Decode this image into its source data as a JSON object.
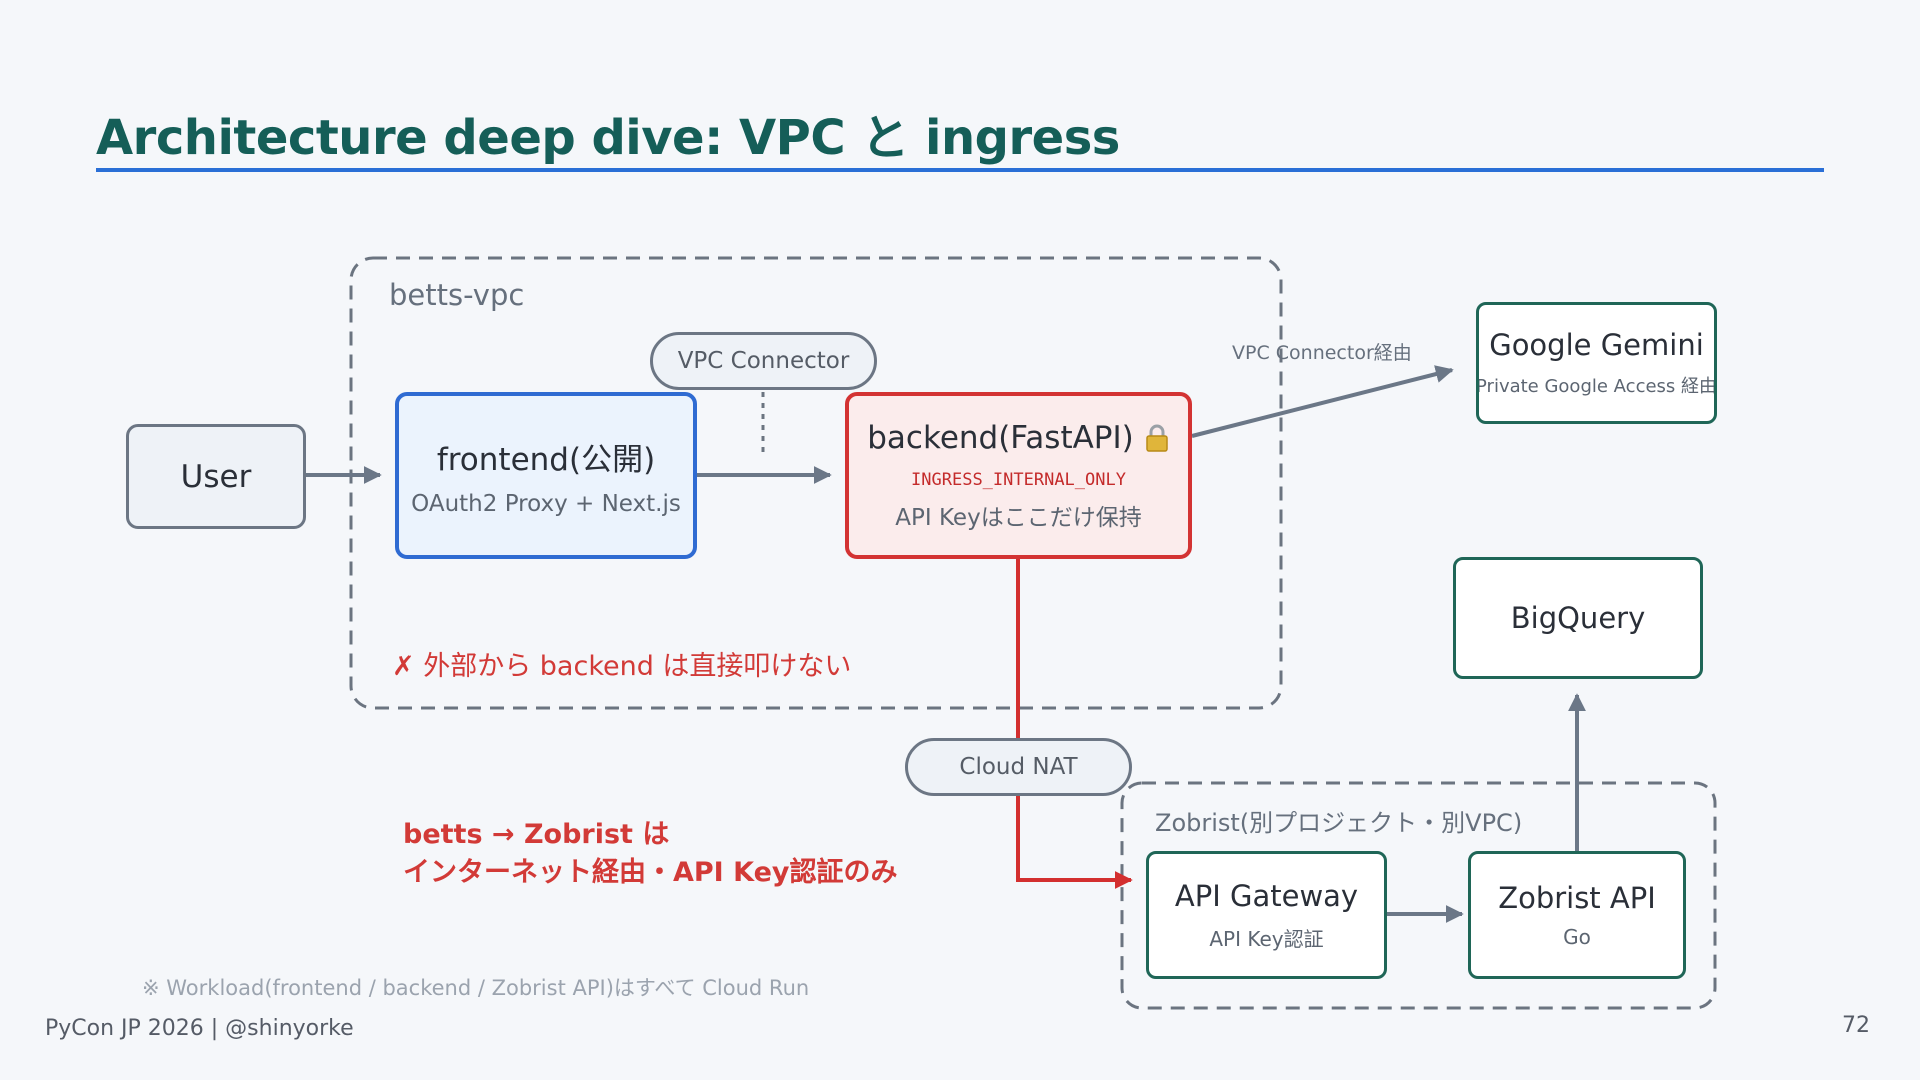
{
  "title": "Architecture deep dive: VPC と ingress",
  "groups": {
    "betts_vpc": "betts-vpc",
    "zobrist": "Zobrist(別プロジェクト・別VPC)"
  },
  "nodes": {
    "user": {
      "label": "User"
    },
    "frontend": {
      "label": "frontend(公開)",
      "sub": "OAuth2 Proxy + Next.js"
    },
    "backend": {
      "label": "backend(FastAPI)",
      "setting": "INGRESS_INTERNAL_ONLY",
      "sub": "API Keyはここだけ保持",
      "icon": "lock-icon"
    },
    "gemini": {
      "label": "Google Gemini",
      "sub": "Private Google Access 経由"
    },
    "bigquery": {
      "label": "BigQuery"
    },
    "api_gateway": {
      "label": "API Gateway",
      "sub": "API Key認証"
    },
    "zobrist_api": {
      "label": "Zobrist API",
      "sub": "Go"
    }
  },
  "connectors": {
    "vpc_connector": "VPC Connector",
    "cloud_nat": "Cloud NAT"
  },
  "edge_labels": {
    "backend_to_gemini": "VPC Connector経由"
  },
  "notes": {
    "no_direct_access": "✗ 外部から backend は直接叩けない",
    "auth_line1": "betts → Zobrist は",
    "auth_line2": "インターネット経由・API Key認証のみ",
    "footnote": "※ Workload(frontend / backend / Zobrist API)はすべて Cloud Run"
  },
  "footer": {
    "left": "PyCon JP 2026 | @shinyorke",
    "page": "72"
  },
  "colors": {
    "title": "#155e58",
    "title_rule": "#2a6fd6",
    "frontend_border": "#2f6bd2",
    "backend_border": "#d33333",
    "external_border": "#1f6657",
    "arrow_gray": "#6b7787",
    "arrow_red": "#d32f2f",
    "warning_text": "#d23a37"
  }
}
